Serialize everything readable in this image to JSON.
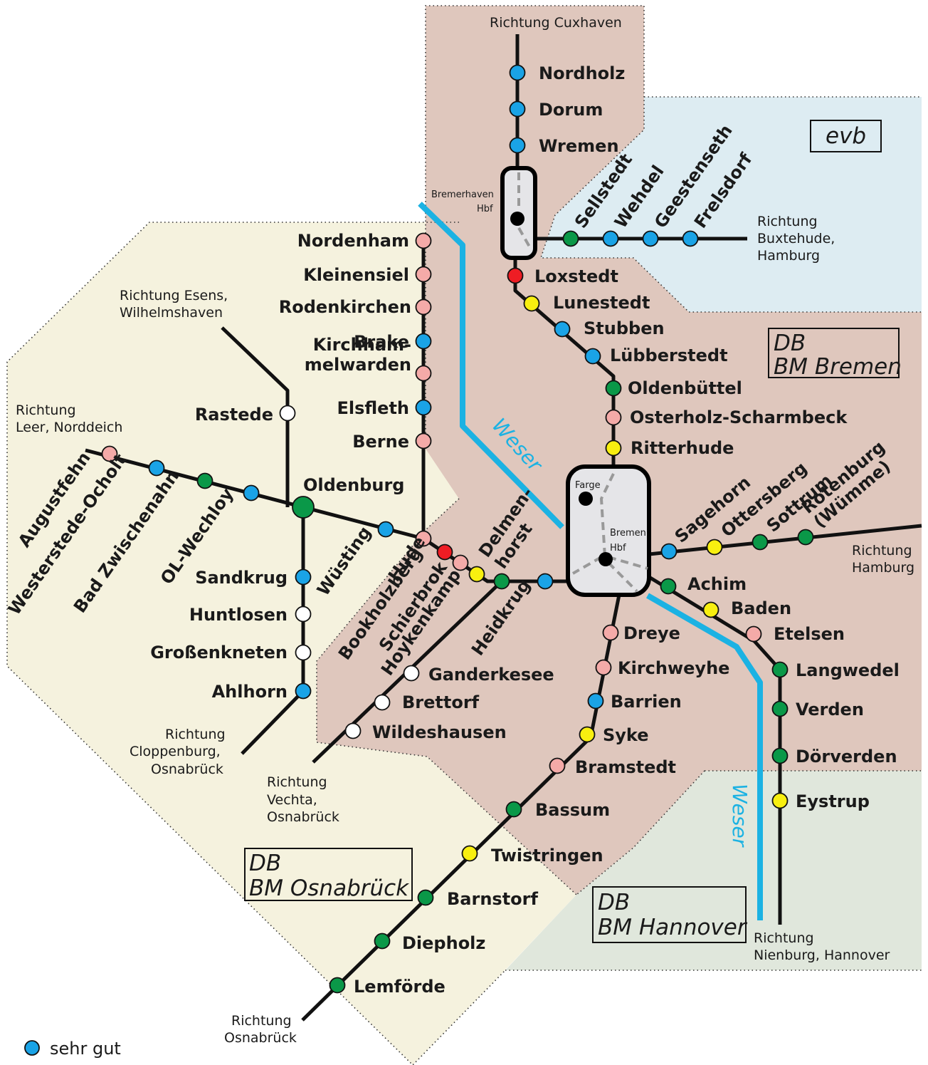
{
  "colors": {
    "sehr_gut": "#1aa3e6",
    "gruen": "#0a9848",
    "gelb": "#f8ef10",
    "rosa": "#f4aaa8",
    "rot": "#ee1d24",
    "weiss": "#ffffff",
    "weser": "#1bb2e3"
  },
  "operators": {
    "evb": "evb",
    "bremen_1": "DB",
    "bremen_2": "BM Bremen",
    "osnabrueck_1": "DB",
    "osnabrueck_2": "BM Osnabrück",
    "hannover_1": "DB",
    "hannover_2": "BM Hannover"
  },
  "river": {
    "name": "Weser"
  },
  "legend": {
    "label": "sehr gut",
    "color": "sehr_gut"
  },
  "hubs": {
    "bremerhaven": [
      "Bremerhaven",
      "Hbf"
    ],
    "farge": "Farge",
    "bremen": [
      "Bremen",
      "Hbf"
    ]
  },
  "directions": {
    "cuxhaven": [
      "Richtung Cuxhaven"
    ],
    "buxtehude": [
      "Richtung",
      "Buxtehude,",
      "Hamburg"
    ],
    "esens": [
      "Richtung Esens,",
      "Wilhelmshaven"
    ],
    "leer": [
      "Richtung",
      "Leer, Norddeich"
    ],
    "hamburg": [
      "Richtung",
      "Hamburg"
    ],
    "cloppenburg": [
      "Richtung",
      "Cloppenburg,",
      "Osnabrück"
    ],
    "vechta": [
      "Richtung",
      "Vechta,",
      "Osnabrück"
    ],
    "nienburg": [
      "Richtung",
      "Nienburg, Hannover"
    ],
    "osnabrueck": [
      "Richtung",
      "Osnabrück"
    ]
  },
  "stations": {
    "nordholz": {
      "name": "Nordholz",
      "rating": "sehr_gut"
    },
    "dorum": {
      "name": "Dorum",
      "rating": "sehr_gut"
    },
    "wremen": {
      "name": "Wremen",
      "rating": "sehr_gut"
    },
    "sellstedt": {
      "name": "Sellstedt",
      "rating": "gruen"
    },
    "wehdel": {
      "name": "Wehdel",
      "rating": "sehr_gut"
    },
    "geestenseth": {
      "name": "Geestenseth",
      "rating": "sehr_gut"
    },
    "frelsdorf": {
      "name": "Frelsdorf",
      "rating": "sehr_gut"
    },
    "loxstedt": {
      "name": "Loxstedt",
      "rating": "rot"
    },
    "lunestedt": {
      "name": "Lunestedt",
      "rating": "gelb"
    },
    "stubben": {
      "name": "Stubben",
      "rating": "sehr_gut"
    },
    "luebberstedt": {
      "name": "Lübberstedt",
      "rating": "sehr_gut"
    },
    "oldenbuettel": {
      "name": "Oldenbüttel",
      "rating": "gruen"
    },
    "osterholz": {
      "name": "Osterholz-Scharmbeck",
      "rating": "rosa"
    },
    "ritterhude": {
      "name": "Ritterhude",
      "rating": "gelb"
    },
    "nordenham": {
      "name": "Nordenham",
      "rating": "rosa"
    },
    "kleinensiel": {
      "name": "Kleinensiel",
      "rating": "rosa"
    },
    "rodenkirchen": {
      "name": "Rodenkirchen",
      "rating": "rosa"
    },
    "brake": {
      "name": "Brake",
      "rating": "sehr_gut"
    },
    "kirchhammelwarden": {
      "name": [
        "Kirchham-",
        "melwarden"
      ],
      "rating": "rosa"
    },
    "elsfleth": {
      "name": "Elsfleth",
      "rating": "sehr_gut"
    },
    "berne": {
      "name": "Berne",
      "rating": "rosa"
    },
    "hude": {
      "name": "Hude",
      "rating": "rosa"
    },
    "wuesting": {
      "name": "Wüsting",
      "rating": "sehr_gut"
    },
    "oldenburg": {
      "name": "Oldenburg",
      "rating": "gruen"
    },
    "rastede": {
      "name": "Rastede",
      "rating": "weiss"
    },
    "augustfehn": {
      "name": "Augustfehn",
      "rating": "rosa"
    },
    "westerstede": {
      "name": "Westerstede-Ocholt",
      "rating": "sehr_gut"
    },
    "badzwischenahn": {
      "name": "Bad Zwischenahn",
      "rating": "gruen"
    },
    "olwechloy": {
      "name": "OL-Wechloy",
      "rating": "sehr_gut"
    },
    "sandkrug": {
      "name": "Sandkrug",
      "rating": "sehr_gut"
    },
    "huntlosen": {
      "name": "Huntlosen",
      "rating": "weiss"
    },
    "grossenkneten": {
      "name": "Großenkneten",
      "rating": "weiss"
    },
    "ahlhorn": {
      "name": "Ahlhorn",
      "rating": "sehr_gut"
    },
    "bookholzberg": {
      "name": "Bookholzberg",
      "rating": "rot"
    },
    "schierbrok": {
      "name": "Schierbrok",
      "rating": "rosa"
    },
    "hoykenkamp": {
      "name": "Hoykenkamp",
      "rating": "gelb"
    },
    "delmenhorst": {
      "name": [
        "Delmen-",
        "horst"
      ],
      "rating": "gruen"
    },
    "heidkrug": {
      "name": "Heidkrug",
      "rating": "sehr_gut"
    },
    "ganderkesee": {
      "name": "Ganderkesee",
      "rating": "weiss"
    },
    "brettorf": {
      "name": "Brettorf",
      "rating": "weiss"
    },
    "wildeshausen": {
      "name": "Wildeshausen",
      "rating": "weiss"
    },
    "sagehorn": {
      "name": "Sagehorn",
      "rating": "sehr_gut"
    },
    "ottersberg": {
      "name": "Ottersberg",
      "rating": "gelb"
    },
    "sottrum": {
      "name": "Sottrum",
      "rating": "gruen"
    },
    "rotenburg": {
      "name": [
        "Rotenburg",
        "(Wümme)"
      ],
      "rating": "gruen"
    },
    "achim": {
      "name": "Achim",
      "rating": "gruen"
    },
    "baden": {
      "name": "Baden",
      "rating": "gelb"
    },
    "etelsen": {
      "name": "Etelsen",
      "rating": "rosa"
    },
    "langwedel": {
      "name": "Langwedel",
      "rating": "gruen"
    },
    "verden": {
      "name": "Verden",
      "rating": "gruen"
    },
    "doerverden": {
      "name": "Dörverden",
      "rating": "gruen"
    },
    "eystrup": {
      "name": "Eystrup",
      "rating": "gelb"
    },
    "dreye": {
      "name": "Dreye",
      "rating": "rosa"
    },
    "kirchweyhe": {
      "name": "Kirchweyhe",
      "rating": "rosa"
    },
    "barrien": {
      "name": "Barrien",
      "rating": "sehr_gut"
    },
    "syke": {
      "name": "Syke",
      "rating": "gelb"
    },
    "bramstedt": {
      "name": "Bramstedt",
      "rating": "rosa"
    },
    "bassum": {
      "name": "Bassum",
      "rating": "gruen"
    },
    "twistringen": {
      "name": "Twistringen",
      "rating": "gelb"
    },
    "barnstorf": {
      "name": "Barnstorf",
      "rating": "gruen"
    },
    "diepholz": {
      "name": "Diepholz",
      "rating": "gruen"
    },
    "lemfoerde": {
      "name": "Lemförde",
      "rating": "gruen"
    }
  }
}
